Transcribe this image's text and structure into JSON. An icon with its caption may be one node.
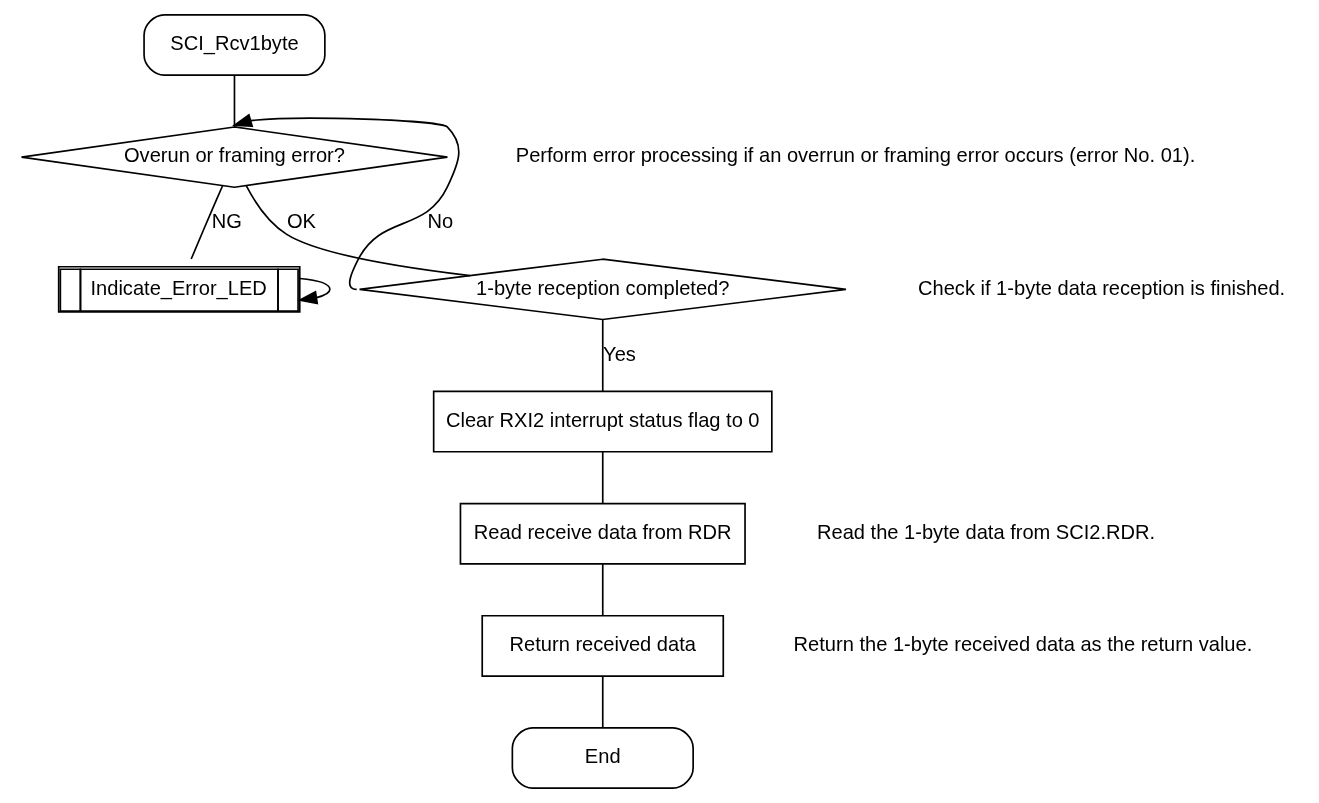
{
  "diagram": {
    "nodes": [
      {
        "text": [
          "SCI_Rcv1byte"
        ]
      },
      {
        "text": [
          "Overun or framing error?"
        ],
        "beside": [
          "Perform error processing if an overrun or framing error occurs (error No. 01)."
        ]
      },
      {
        "text": [
          "Indicate_Error_LED"
        ]
      },
      {
        "text": [
          "1-byte reception completed?"
        ],
        "beside": [
          "Check if 1-byte data reception is finished."
        ]
      },
      {
        "text": [
          "Clear RXI2 interrupt status flag to 0"
        ]
      },
      {
        "text": [
          "Read receive data from RDR"
        ],
        "beside": [
          "Read the 1-byte data from SCI2.RDR."
        ]
      },
      {
        "text": [
          "Return received data"
        ],
        "beside": [
          "Return the 1-byte received data as the return value."
        ]
      },
      {
        "text": [
          "End"
        ]
      }
    ],
    "edges": [
      {
        "from": 0,
        "to": 1,
        "arrow": "none"
      },
      {
        "from": 1,
        "to": 2,
        "arrow": "none",
        "label": "NG"
      },
      {
        "from": 2,
        "to": 2,
        "arrow": "to"
      },
      {
        "from": 1,
        "to": 3,
        "arrow": "none",
        "label": "OK"
      },
      {
        "from": 3,
        "to": 1,
        "arrow": "to",
        "label": "No"
      },
      {
        "from": 3,
        "to": 4,
        "arrow": "none",
        "label": "Yes"
      },
      {
        "from": 4,
        "to": 5,
        "arrow": "none"
      },
      {
        "from": 5,
        "to": 6,
        "arrow": "none"
      },
      {
        "from": 6,
        "to": 7,
        "arrow": "none"
      }
    ]
  }
}
